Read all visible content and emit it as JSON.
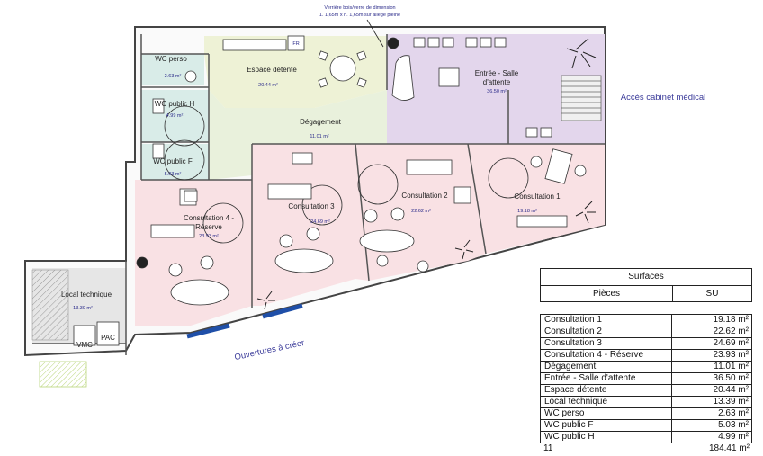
{
  "plan": {
    "annotation_line1": "Verrière bois/verre de dimension",
    "annotation_line2": "1. 1,65m x h. 1,65m sur allège pleine",
    "acces_label": "Accès cabinet médical",
    "ouvertures_label": "Ouvertures à créer",
    "vmc_label": "VMC",
    "pac_label": "PAC",
    "fr_label": "FR",
    "rooms": {
      "wc_perso": {
        "name": "WC perso",
        "area": "2.63 m²"
      },
      "wc_public_h": {
        "name": "WC public H",
        "area": "4.99 m²"
      },
      "wc_public_f": {
        "name": "WC public F",
        "area": "5.03 m²"
      },
      "espace_detente": {
        "name": "Espace détente",
        "area": "20.44 m²"
      },
      "degagement": {
        "name": "Dégagement",
        "area": "11.01 m²"
      },
      "entree": {
        "name_line1": "Entrée - Salle",
        "name_line2": "d'attente",
        "area": "36.50 m²"
      },
      "consultation_4": {
        "name_line1": "Consultation 4 -",
        "name_line2": "Réserve",
        "area": "23.93 m²"
      },
      "consultation_3": {
        "name": "Consultation 3",
        "area": "24.69 m²"
      },
      "consultation_2": {
        "name": "Consultation 2",
        "area": "22.62 m²"
      },
      "consultation_1": {
        "name": "Consultation 1",
        "area": "19.18 m²"
      },
      "local_technique": {
        "name": "Local technique",
        "area": "13.39 m²"
      }
    },
    "colors": {
      "wc": "#d9ece8",
      "detente": "#eef2d6",
      "degagement": "#e9f1dc",
      "entree": "#e3d6ec",
      "consultation": "#f9e1e4",
      "wall": "#444444",
      "door_blue": "#1f4fa8"
    }
  },
  "table": {
    "title": "Surfaces",
    "col_rooms": "Pièces",
    "col_su": "SU",
    "rows": [
      {
        "name": "Consultation 1",
        "value": "19.18 m²"
      },
      {
        "name": "Consultation 2",
        "value": "22.62 m²"
      },
      {
        "name": "Consultation 3",
        "value": "24.69 m²"
      },
      {
        "name": "Consultation 4 - Réserve",
        "value": "23.93 m²"
      },
      {
        "name": "Dégagement",
        "value": "11.01 m²"
      },
      {
        "name": "Entrée - Salle d'attente",
        "value": "36.50 m²"
      },
      {
        "name": "Espace détente",
        "value": "20.44 m²"
      },
      {
        "name": "Local technique",
        "value": "13.39 m²"
      },
      {
        "name": "WC perso",
        "value": "2.63 m²"
      },
      {
        "name": "WC public F",
        "value": "5.03 m²"
      },
      {
        "name": "WC public H",
        "value": "4.99 m²"
      }
    ],
    "total_count": "11",
    "total_value": "184.41 m²"
  }
}
